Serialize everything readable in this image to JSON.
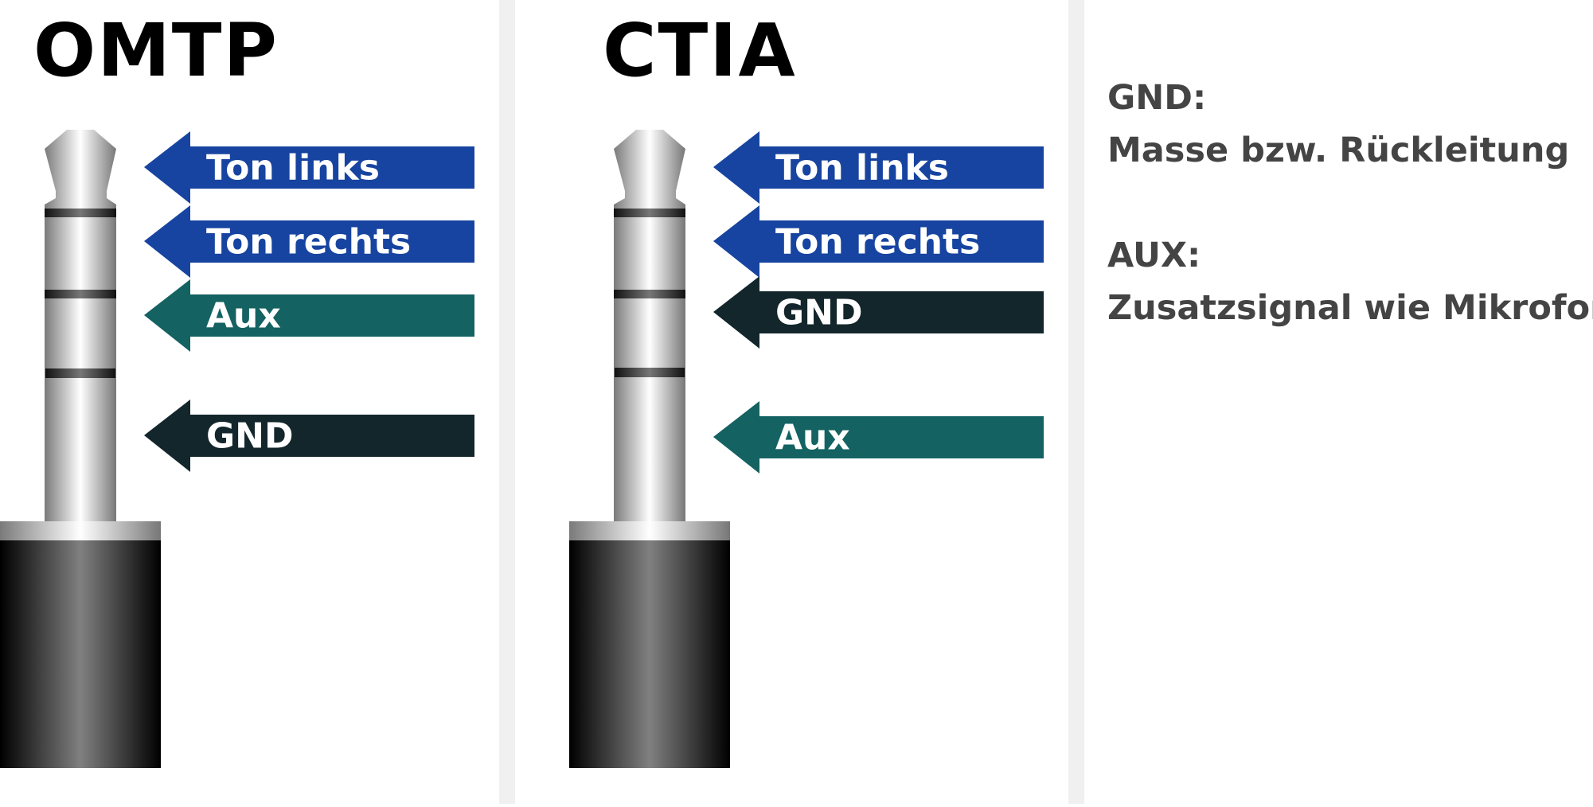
{
  "colors": {
    "left_right": "#1744a0",
    "aux": "#146262",
    "gnd": "#13262c",
    "legend_text": "#444444"
  },
  "panels": [
    {
      "title": "OMTP",
      "arrows": [
        {
          "label": "Ton links",
          "color": "#1744a0"
        },
        {
          "label": "Ton rechts",
          "color": "#1744a0"
        },
        {
          "label": "Aux",
          "color": "#146262"
        },
        {
          "label": "GND",
          "color": "#13262c"
        }
      ]
    },
    {
      "title": "CTIA",
      "arrows": [
        {
          "label": "Ton links",
          "color": "#1744a0"
        },
        {
          "label": "Ton rechts",
          "color": "#1744a0"
        },
        {
          "label": "GND",
          "color": "#13262c"
        },
        {
          "label": "Aux",
          "color": "#146262"
        }
      ]
    }
  ],
  "legend": [
    {
      "term": "GND:",
      "description": "Masse bzw. Rückleitung"
    },
    {
      "term": "AUX:",
      "description": "Zusatzsignal wie Mikrofon"
    }
  ]
}
